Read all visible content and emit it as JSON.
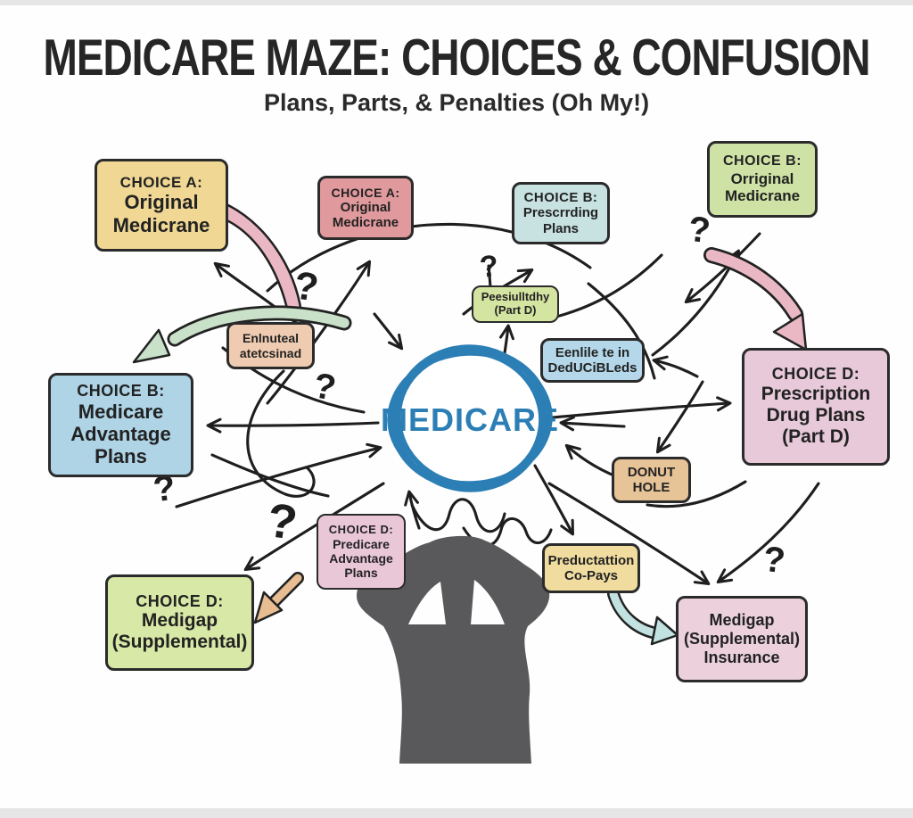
{
  "title": "MEDICARE MAZE: CHOICES & CONFUSION",
  "subtitle": "Plans, Parts, & Penalties (Oh My!)",
  "center": {
    "label": "MEDICARE",
    "color": "#2c7fb5"
  },
  "glyphs": {
    "question_mark": "?"
  },
  "figure": {
    "name": "confused-person-silhouette",
    "color": "#59595b"
  },
  "colors": {
    "ink": "#1e1e1e",
    "medicare_blue": "#2c7fb5",
    "arrow_pink": "#eab8c4",
    "arrow_green": "#c9e0c9",
    "arrow_tan": "#e9bd92",
    "arrow_lightblue": "#c2e2e2"
  },
  "boxes": [
    {
      "name": "choice-a-original-medicare-large",
      "heading": "CHOICE A:",
      "l1": "Original",
      "l2": "Medicrane",
      "fill": "#f0d894"
    },
    {
      "name": "choice-a-original-medicare-small",
      "heading": "CHOICE A:",
      "l1": "Original",
      "l2": "Medicrane",
      "fill": "#e0999c"
    },
    {
      "name": "choice-b-prescribing-plans",
      "heading": "CHOICE B:",
      "l1": "Prescrrding",
      "l2": "Plans",
      "fill": "#c8e1e1"
    },
    {
      "name": "choice-b-original-medicare",
      "heading": "CHOICE B:",
      "l1": "Orriginal",
      "l2": "Medicrane",
      "fill": "#cfe2a5"
    },
    {
      "name": "choice-b-medicare-advantage-plans",
      "heading": "CHOICE B:",
      "l1": "Medicare",
      "l2": "Advantage",
      "l3": "Plans",
      "fill": "#aed4e6"
    },
    {
      "name": "enrollment-scribble",
      "l1": "Enlnuteal",
      "l2": "atetcsinad",
      "fill": "#efccb1"
    },
    {
      "name": "penalty-part-d",
      "l1": "Peesiulltdhy",
      "l2": "(Part D)",
      "fill": "#d4e4a1"
    },
    {
      "name": "enroll-in-deductibles",
      "l1": "Eenlile te in",
      "l2": "DedUCiBLeds",
      "fill": "#b4d7e9"
    },
    {
      "name": "choice-d-prescription-drug-plans",
      "heading": "CHOICE D:",
      "l1": "Prescription",
      "l2": "Drug Plans",
      "l3": "(Part D)",
      "fill": "#e7c9d9"
    },
    {
      "name": "donut-hole",
      "l1": "DONUT",
      "l2": "HOLE",
      "fill": "#e7c398"
    },
    {
      "name": "choice-d-predicare-advantage-plans",
      "heading": "CHOICE D:",
      "l1": "Predicare",
      "l2": "Advantage",
      "l3": "Plans",
      "fill": "#eac7d7"
    },
    {
      "name": "deduction-co-pays",
      "l1": "Preductattion",
      "l2": "Co-Pays",
      "fill": "#f0dc9f"
    },
    {
      "name": "choice-d-medigap-supplemental",
      "heading": "CHOICE D:",
      "l1": "Medigap",
      "l2": "(Supplemental)",
      "fill": "#d8e8a6"
    },
    {
      "name": "medigap-supplemental-insurance",
      "l1": "Medigap",
      "l2": "(Supplemental)",
      "l3": "Insurance",
      "fill": "#ecd1dd"
    }
  ]
}
